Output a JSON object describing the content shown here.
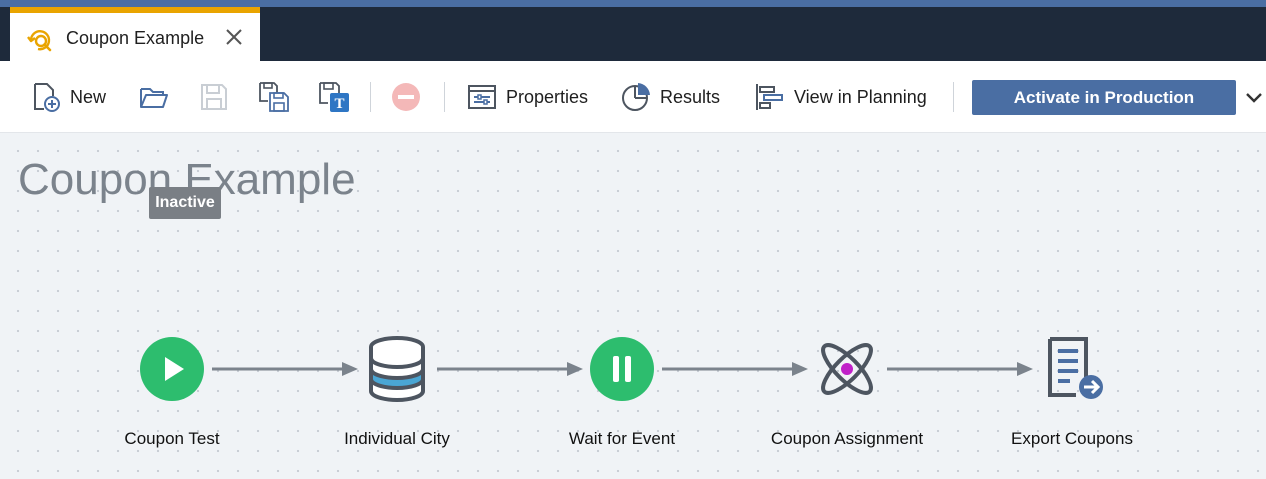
{
  "tab": {
    "title": "Coupon Example",
    "icon": "campaign-search-icon",
    "accent": "#e9a400"
  },
  "toolbar": {
    "new_label": "New",
    "properties_label": "Properties",
    "results_label": "Results",
    "view_planning_label": "View in Planning",
    "activate_label": "Activate in Production"
  },
  "canvas": {
    "title": "Coupon Example",
    "status_badge": "Inactive",
    "nodes": [
      {
        "label": "Coupon Test",
        "icon": "play-icon",
        "color": "#2dbd6e"
      },
      {
        "label": "Individual City",
        "icon": "database-icon",
        "color": "#4d5560"
      },
      {
        "label": "Wait for Event",
        "icon": "pause-icon",
        "color": "#2dbd6e"
      },
      {
        "label": "Coupon Assignment",
        "icon": "atom-icon",
        "color": "#c020c8"
      },
      {
        "label": "Export Coupons",
        "icon": "export-document-icon",
        "color": "#4a6ea3"
      }
    ]
  },
  "colors": {
    "brand": "#4a6ea3",
    "tab_bar": "#1e2a3b",
    "canvas": "#f0f3f6"
  }
}
